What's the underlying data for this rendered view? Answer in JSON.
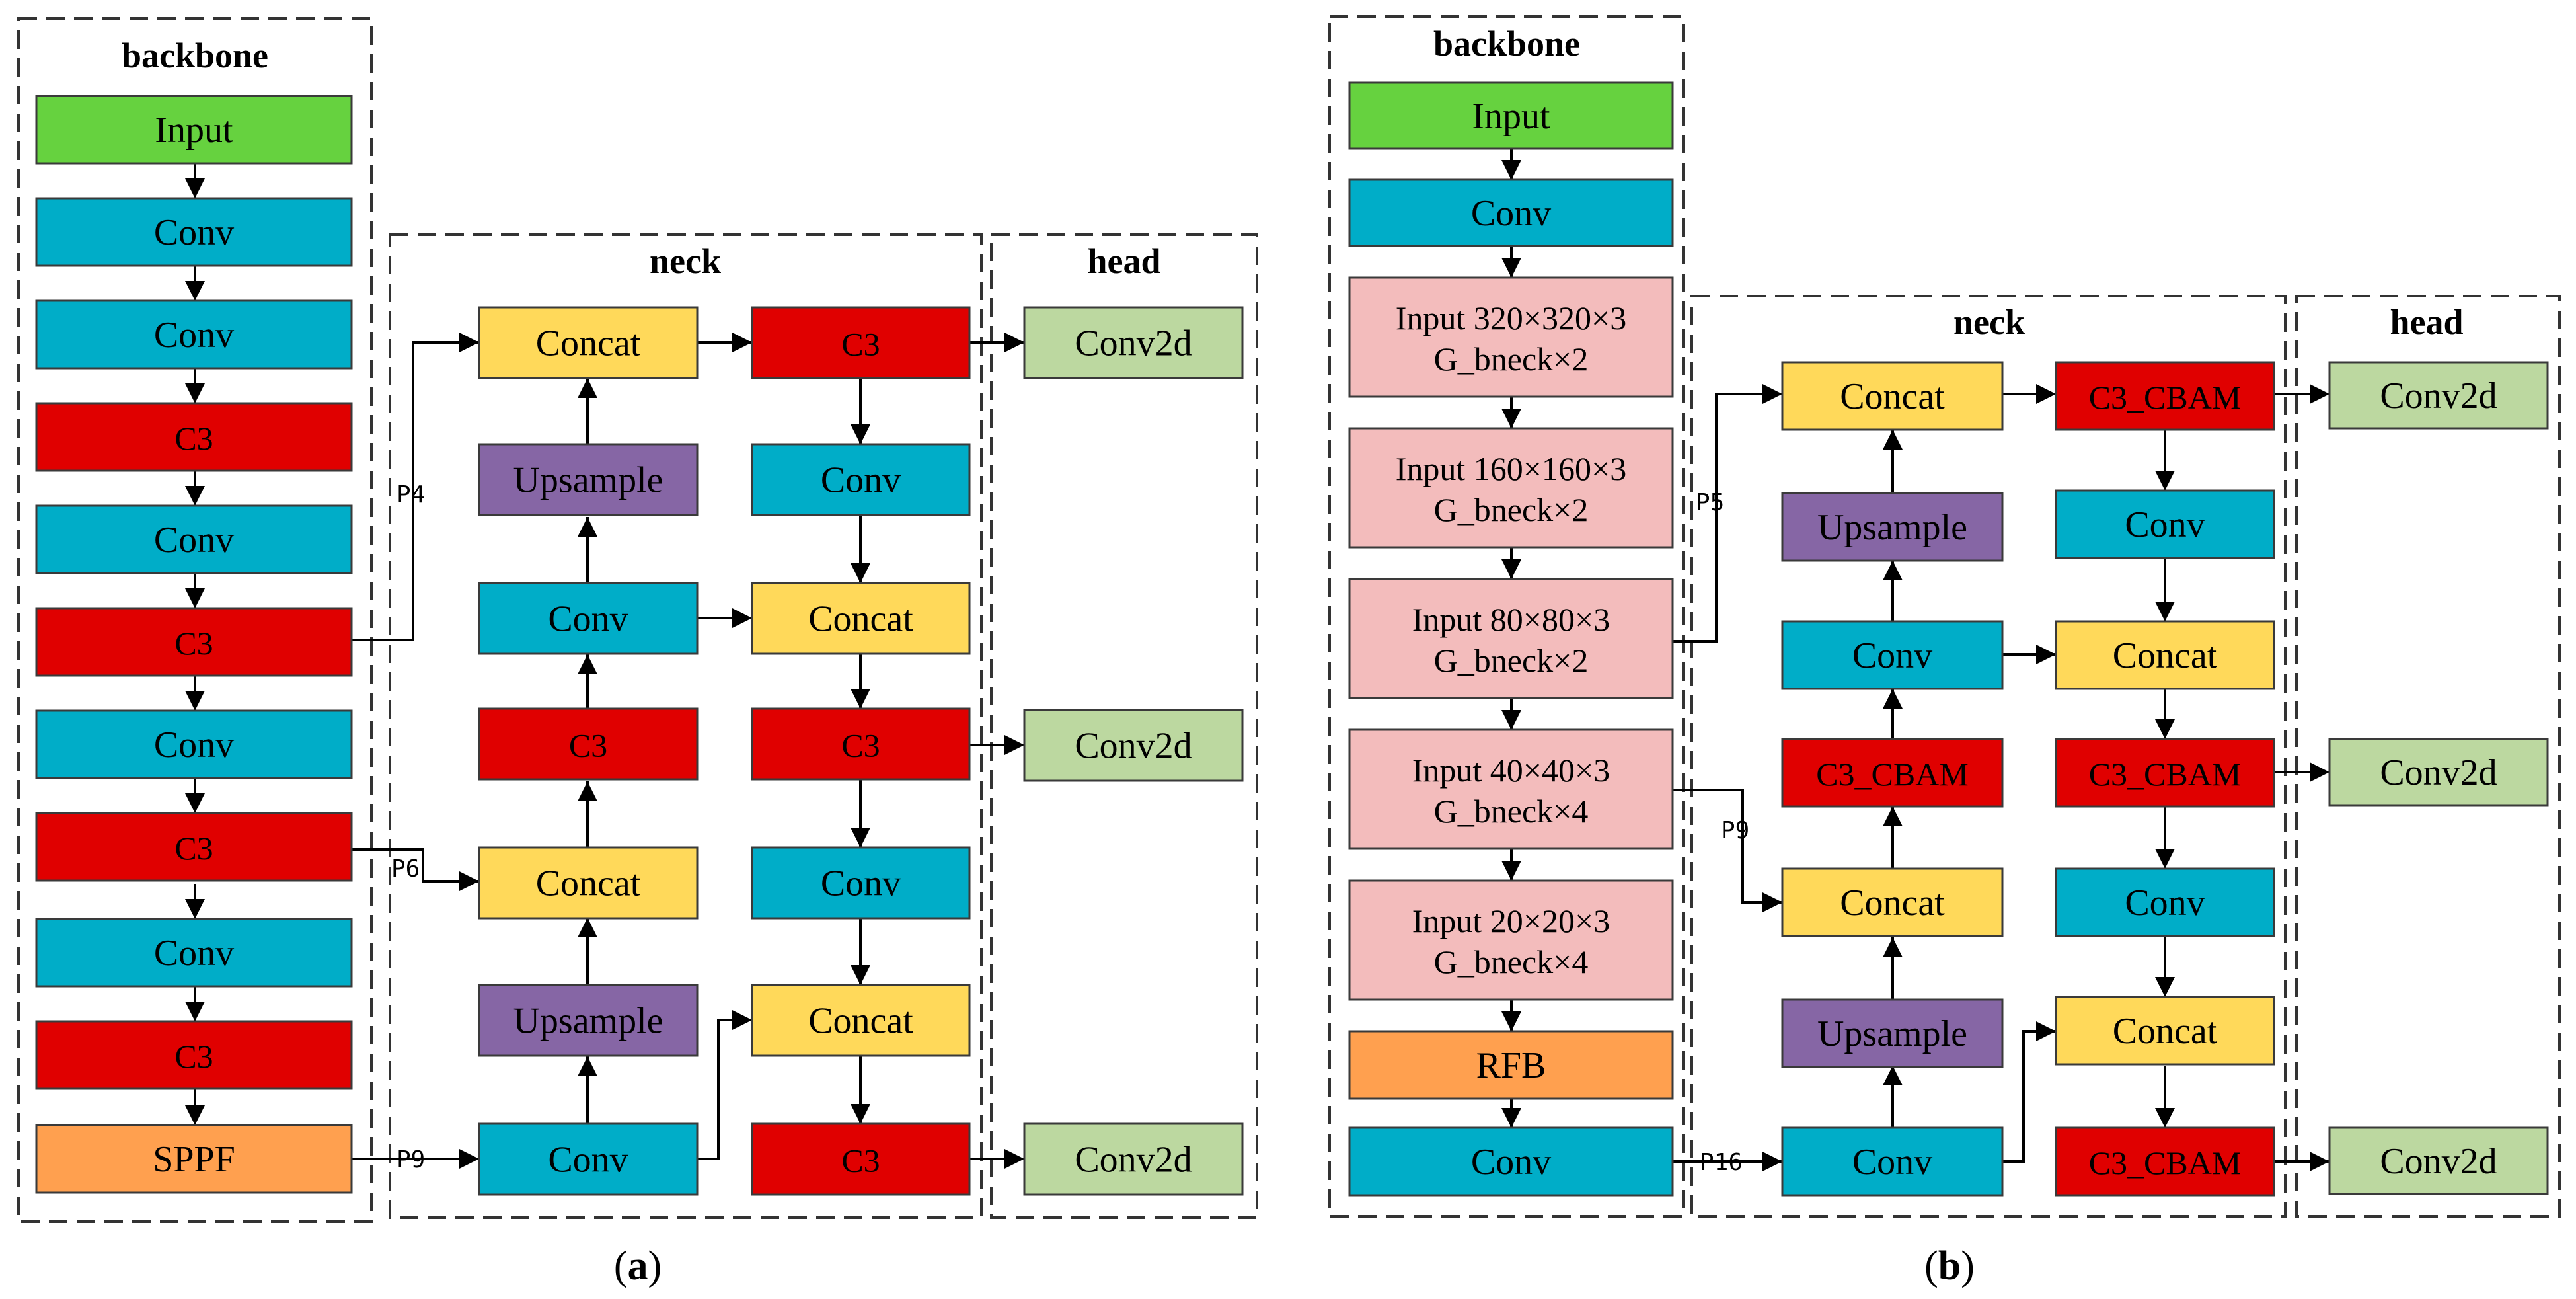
{
  "colors": {
    "input": "#66d23f",
    "conv": "#00adc8",
    "c3": "#e00000",
    "sppf": "#ffa04f",
    "upsample": "#8666a5",
    "concat": "#ffd95a",
    "conv2d": "#bcd8a0",
    "gbneck": "#f3bcbc",
    "rfb": "#ffa04f",
    "line": "#000000",
    "dash": "#333333"
  },
  "panel_a": {
    "backbone_title": "backbone",
    "neck_title": "neck",
    "head_title": "head",
    "backbone": [
      "Input",
      "Conv",
      "Conv",
      "C3",
      "Conv",
      "C3",
      "Conv",
      "C3",
      "Conv",
      "C3",
      "SPPF"
    ],
    "neck_up": [
      "Concat",
      "Upsample",
      "Conv",
      "C3",
      "Concat",
      "Upsample",
      "Conv"
    ],
    "neck_down": [
      "C3",
      "Conv",
      "Concat",
      "C3",
      "Conv",
      "Concat",
      "C3"
    ],
    "head": [
      "Conv2d",
      "Conv2d",
      "Conv2d"
    ],
    "ports": [
      "P4",
      "P6",
      "P9"
    ],
    "caption_open": "(",
    "caption_letter": "a",
    "caption_close": ")"
  },
  "panel_b": {
    "backbone_title": "backbone",
    "neck_title": "neck",
    "head_title": "head",
    "backbone_simple_top": [
      "Input",
      "Conv"
    ],
    "gbneck": [
      [
        "Input 320×320×3",
        "G_bneck×2"
      ],
      [
        "Input 160×160×3",
        "G_bneck×2"
      ],
      [
        "Input 80×80×3",
        "G_bneck×2"
      ],
      [
        "Input 40×40×3",
        "G_bneck×4"
      ],
      [
        "Input 20×20×3",
        "G_bneck×4"
      ]
    ],
    "backbone_simple_bottom": [
      "RFB",
      "Conv"
    ],
    "neck_up": [
      "Concat",
      "Upsample",
      "Conv",
      "C3_CBAM",
      "Concat",
      "Upsample",
      "Conv"
    ],
    "neck_down": [
      "C3_CBAM",
      "Conv",
      "Concat",
      "C3_CBAM",
      "Conv",
      "Concat",
      "C3_CBAM"
    ],
    "head": [
      "Conv2d",
      "Conv2d",
      "Conv2d"
    ],
    "ports": [
      "P5",
      "P9",
      "P16"
    ],
    "caption_open": "(",
    "caption_letter": "b",
    "caption_close": ")"
  }
}
